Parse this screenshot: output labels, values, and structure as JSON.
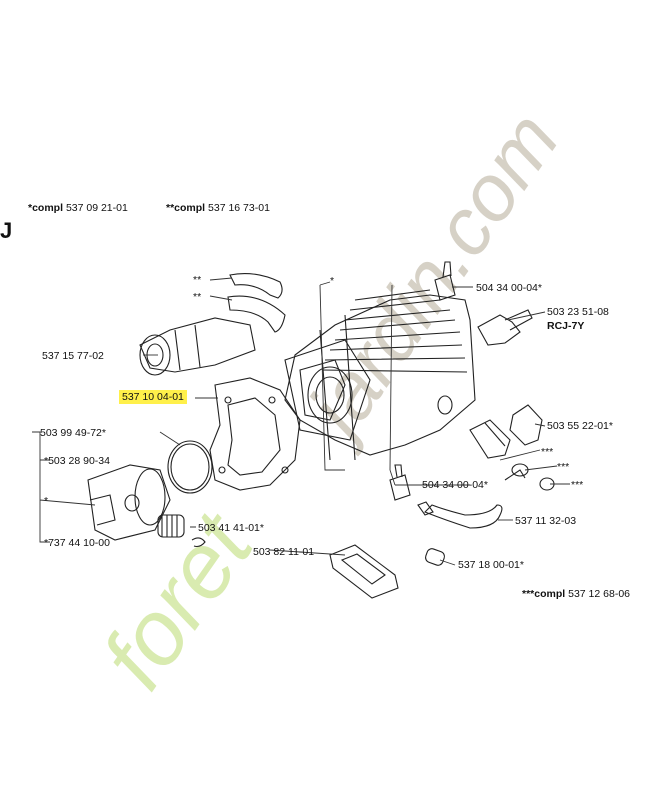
{
  "section_letter": "J",
  "header": {
    "compl_label_1": "*compl",
    "compl_num_1": "537 09 21-01",
    "compl_label_2": "**compl",
    "compl_num_2": "537 16 73-01",
    "compl_label_3": "***compl",
    "compl_num_3": "537 12 68-06"
  },
  "parts": {
    "p_5373115": "537 15 77-02",
    "p_highlight": "537 10 04-01",
    "p_503994972": "503 99 49-72*",
    "p_503289034": "*503 28 90-34",
    "p_star": "*",
    "p_737441000": "*737 44 10-00",
    "p_503414101": "503 41 41-01*",
    "p_503821101": "503 82 11-01",
    "p_504340004_top": "504 34 00-04*",
    "p_503235108": "503 23 51-08",
    "p_rcj": "RCJ-7Y",
    "p_503552201": "503 55 22-01*",
    "p_504340004_mid": "504 34 00-04*",
    "p_537113203": "537 11 32-03",
    "p_537180001": "537 18 00-01*",
    "m_ss1": "**",
    "m_ss2": "**",
    "m_cyl": "*",
    "m_t1": "***",
    "m_t2": "***",
    "m_t3": "***"
  },
  "watermark": {
    "green": "foret",
    "gray": "jardin.com"
  },
  "colors": {
    "highlight": "#fff04a",
    "watermark_green": "#d9ebb0",
    "watermark_gray": "#cfc9bd",
    "line": "#222222"
  }
}
